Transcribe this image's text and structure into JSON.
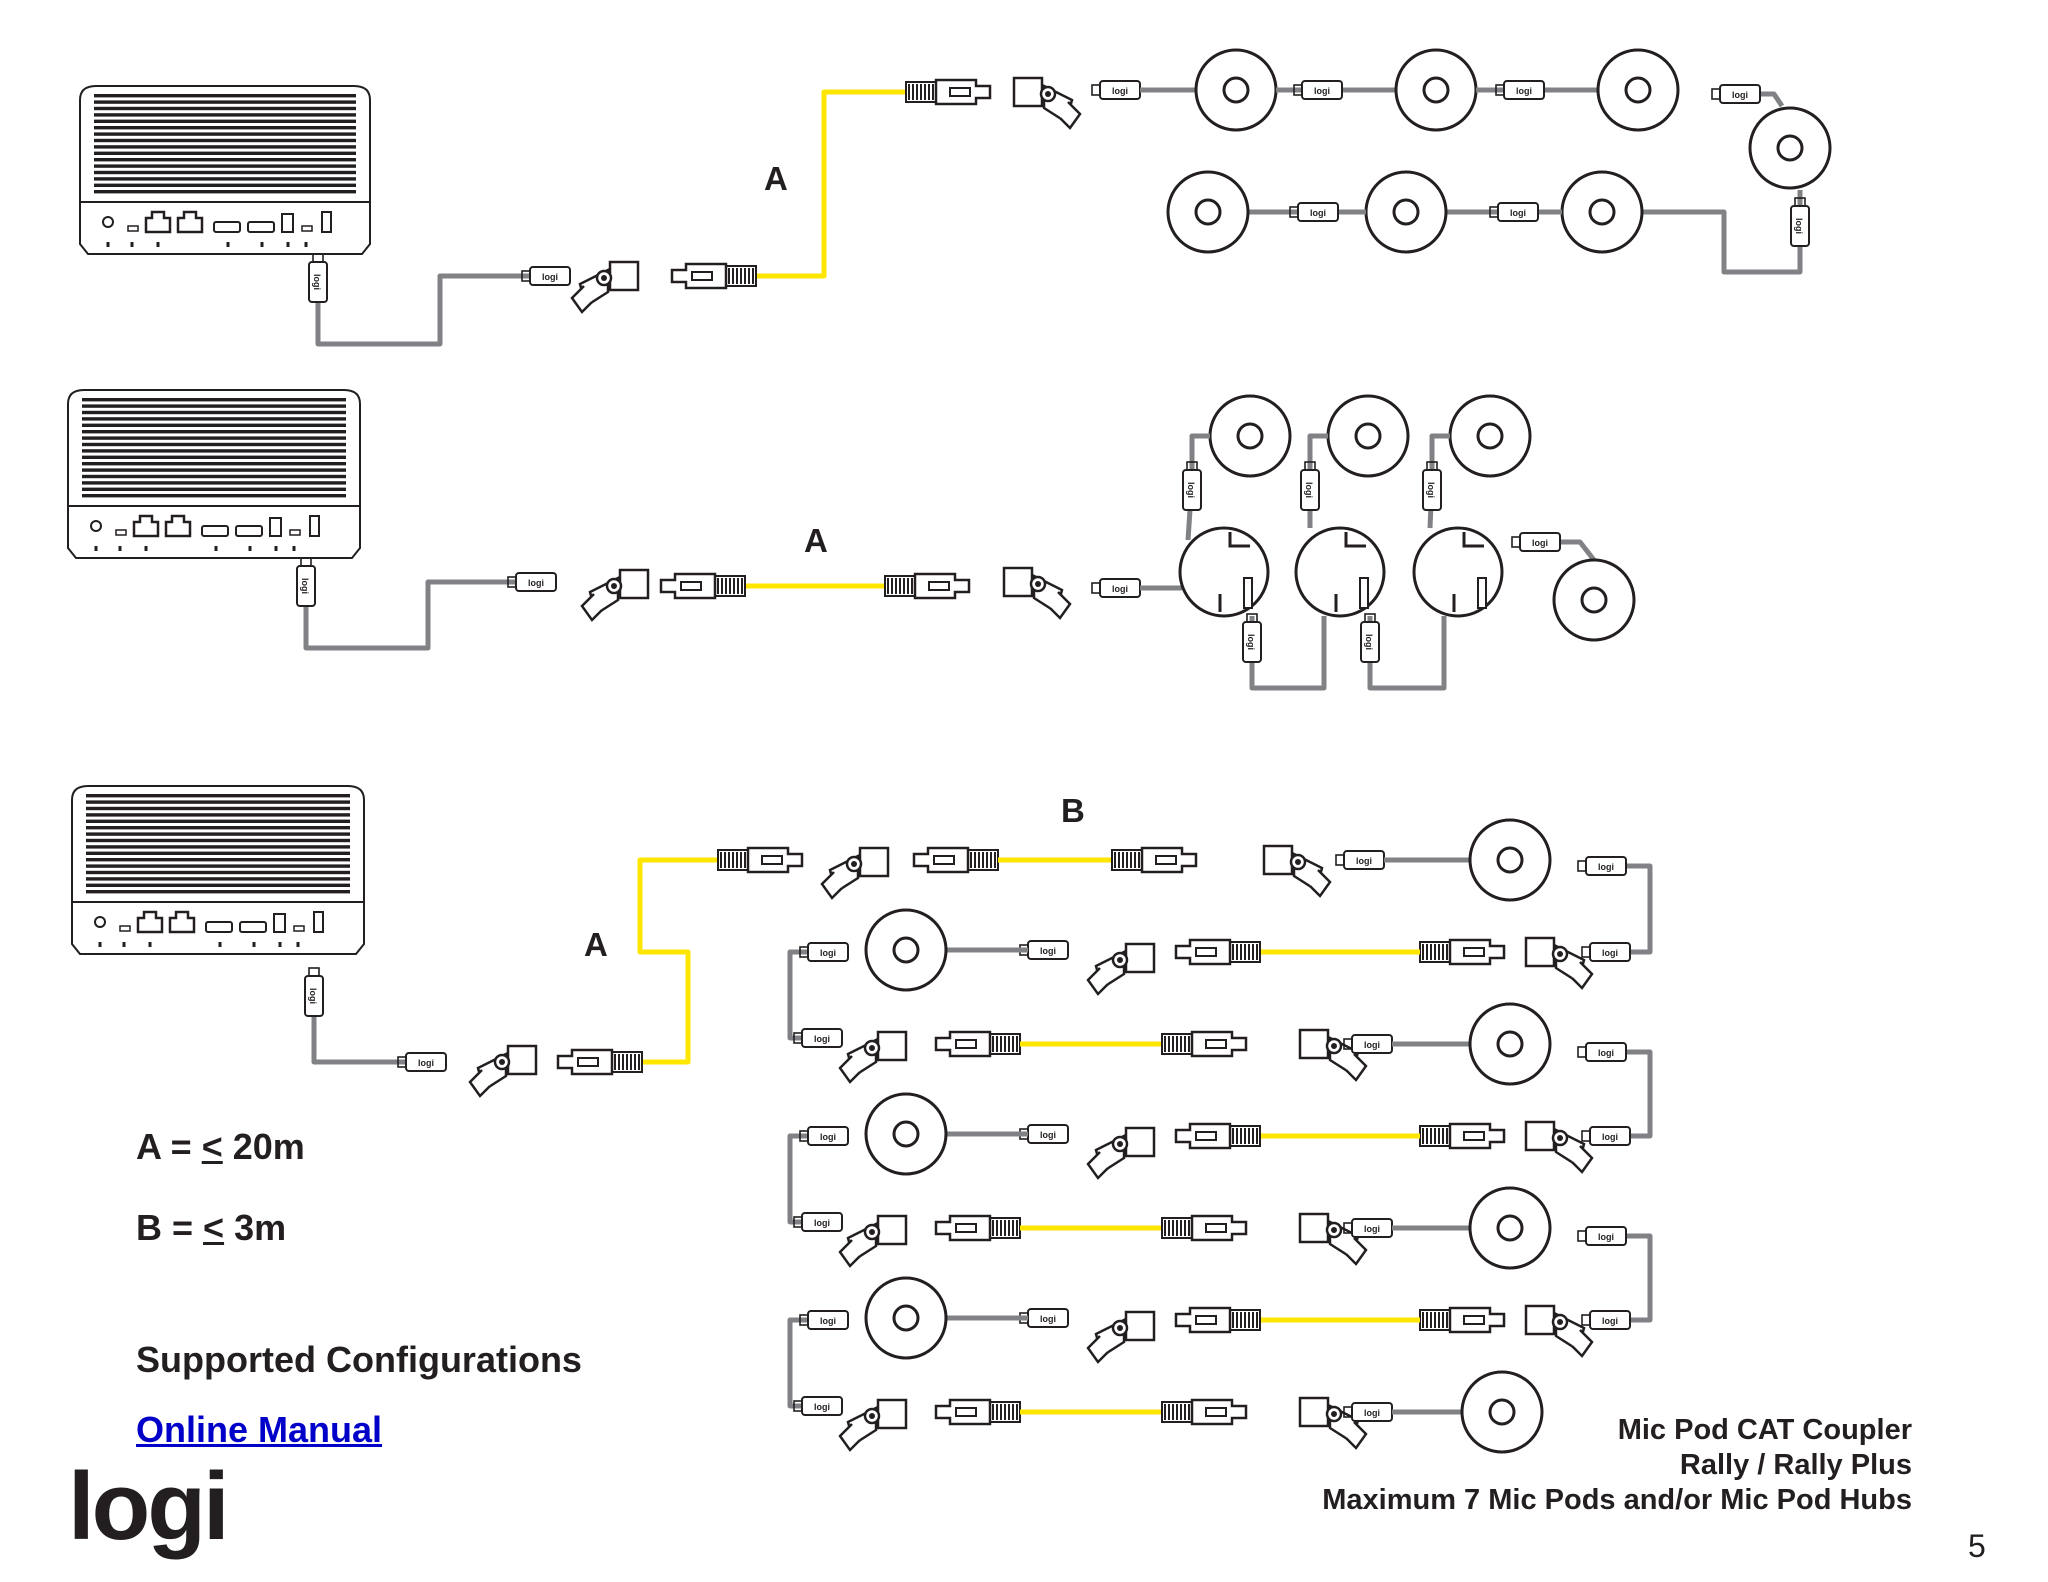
{
  "diagram": {
    "labels": {
      "a": "A",
      "b": "B"
    },
    "legend": {
      "a_prefix": "A = ",
      "a_sym": "<",
      "a_value": " 20m",
      "b_prefix": "B = ",
      "b_sym": "<",
      "b_value": " 3m"
    },
    "connector_text": "logi",
    "cable_colors": {
      "cat": "#ffe600",
      "usb": "#808285",
      "line": "#231f20"
    }
  },
  "page": {
    "title": "Supported Configurations",
    "link": "Online Manual",
    "notes": [
      "Mic Pod CAT Coupler",
      "Rally / Rally Plus",
      "Maximum 7 Mic Pods and/or Mic Pod Hubs"
    ],
    "page_number": "5",
    "logo": "logi"
  }
}
